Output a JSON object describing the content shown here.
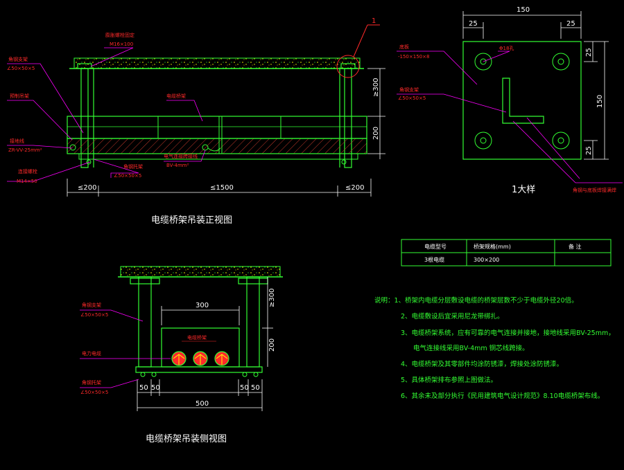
{
  "colors": {
    "background": "#000000",
    "steel": "#33ff33",
    "dimension": "#ffffff",
    "leader": "#ff00ff",
    "label": "#ff2a2a",
    "hatch": "#c0392b",
    "concrete": "#ffff00"
  },
  "front_view": {
    "title": "电缆桥架吊装正视图",
    "labels": {
      "bolt": "膨胀螺栓固定",
      "bolt_spec": "M16×100",
      "angle_top": "角钢支架",
      "angle_top_spec": "∠50×50×5",
      "cable_tray": "电缆桥架",
      "ground_wire": "接地线",
      "ground_wire_spec": "ZR-VV-25mm²",
      "bolt_low": "连接螺栓",
      "bolt_low_spec": "M14×50",
      "angle_bottom": "角钢托架",
      "angle_bottom_spec": "∠50×50×5",
      "jumper": "电气连接跨接线",
      "jumper_spec": "BV-4mm²",
      "side_label": "预制吊架",
      "detail_ref": "1"
    },
    "dims": {
      "left": "≤200",
      "span": "≤1500",
      "right": "≤200",
      "height_top": "≥300",
      "height_tray": "200"
    }
  },
  "detail": {
    "title": "1大样",
    "labels": {
      "plate": "底板",
      "plate_spec": "-150×150×8",
      "hole": "Φ18孔",
      "angle": "角钢支架",
      "angle_spec": "∠50×50×5",
      "weld": "角钢与底板焊接满焊"
    },
    "dims": {
      "width": "150",
      "edge_left": "25",
      "edge_right": "25",
      "height": "150",
      "edge_top": "25",
      "edge_bottom": "25"
    }
  },
  "side_view": {
    "title": "电缆桥架吊装侧视图",
    "labels": {
      "angle_top": "角钢支架",
      "angle_top_spec": "∠50×50×5",
      "cable": "电力电缆",
      "angle_bottom": "角钢托架",
      "angle_bottom_spec": "∠50×50×5",
      "tray": "电缆桥架"
    },
    "dims": {
      "tray_width": "300",
      "height_top": "≥300",
      "height_tray": "200",
      "left_a": "50",
      "left_b": "50",
      "right_a": "50",
      "right_b": "50",
      "total": "500"
    }
  },
  "table": {
    "headers": [
      "电缆型号",
      "桥架规格(mm)",
      "备 注"
    ],
    "row": [
      "3根电缆",
      "300×200",
      ""
    ]
  },
  "notes": [
    "说明：1、桥架内电缆分层敷设电缆的桥架层数不少于电缆外径20倍。",
    "2、电缆敷设后宜采用尼龙带绑扎。",
    "3、电缆桥架系统，应有可靠的电气连接并接地，接地线采用BV-25mm，",
    "电气连接线采用BV-4mm 铜芯线跨接。",
    "4、电缆桥架及其零部件均涂防锈漆，焊接处涂防锈漆。",
    "5、具体桥架排布参照上图做法。",
    "6、其余未及部分执行《民用建筑电气设计规范》8.10电缆桥架布线。"
  ]
}
